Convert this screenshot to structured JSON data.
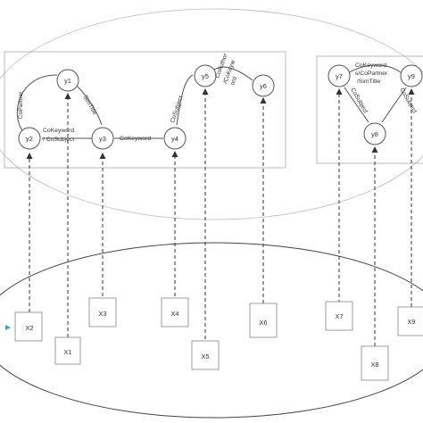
{
  "nodes": {
    "y1": "y1",
    "y2": "y2",
    "y3": "y3",
    "y4": "y4",
    "y5": "y5",
    "y6": "y6",
    "y7": "y7",
    "y8": "y8",
    "y9": "y9"
  },
  "inputs": {
    "x1": "X1",
    "x2": "X2",
    "x3": "X3",
    "x4": "X4",
    "x5": "X5",
    "x6": "X6",
    "x7": "X7",
    "x8": "X8",
    "x9": "X9"
  },
  "edges": {
    "copartner": "CoPartner",
    "cokeyword_cosubject_1": "CoKeyword",
    "cokeyword_cosubject_2": "/ CoSubject",
    "simtitle": "SimTitle",
    "cokeyword": "CoKeyword",
    "cosubject": "CoSubject",
    "coauthor_1": "CoAuthor",
    "coauthor_2": "/CoKeyw",
    "coauthor_3": "ord",
    "right_top_1": "CoKeyword",
    "right_top_2": "s/CoPartner",
    "right_top_3": "/SimTitle",
    "right_cosubject_1": "CoSubject",
    "right_cosubject_2": "CoSubject"
  },
  "colors": {
    "stroke": "#555555",
    "ellipse": "#bbbbbb",
    "arrow": "#333333",
    "marker": "#3aa0d8"
  }
}
